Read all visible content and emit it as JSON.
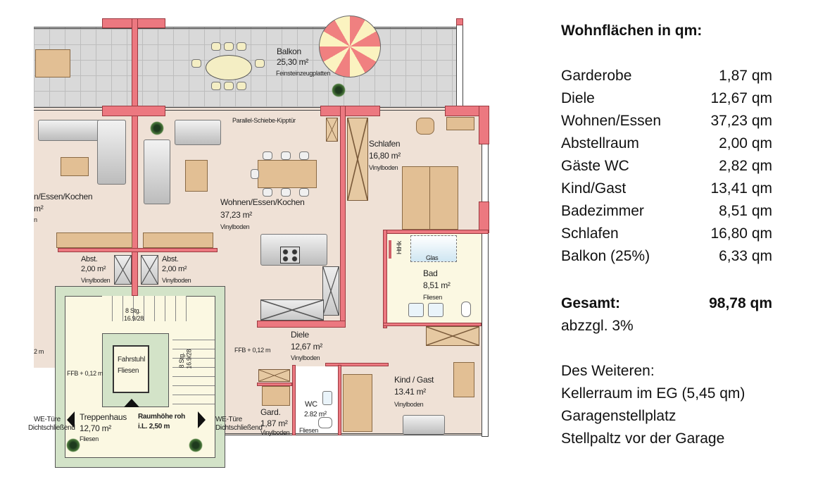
{
  "plan": {
    "balcony": {
      "name": "Balkon",
      "area": "25,30 m²",
      "floor": "Feinsteinzeugplatten"
    },
    "window_note": "Parallel-Schiebe-Kipptür",
    "neighbor_living": {
      "name": "n/Essen/Kochen",
      "area": "m²",
      "floor": "n"
    },
    "neighbor_ffb": "2 m",
    "living": {
      "name": "Wohnen/Essen/Kochen",
      "area": "37,23 m²",
      "floor": "Vinylboden"
    },
    "storage_left": {
      "name": "Abst.",
      "area": "2,00 m²",
      "floor": "Vinylboden"
    },
    "storage_right": {
      "name": "Abst.",
      "area": "2,00 m²",
      "floor": "Vinylboden"
    },
    "bedroom": {
      "name": "Schlafen",
      "area": "16,80 m²",
      "floor": "Vinylboden"
    },
    "bath": {
      "name": "Bad",
      "area": "8,51 m²",
      "floor": "Fliesen",
      "shower": "Glas",
      "heater": "HtHk"
    },
    "hall": {
      "name": "Diele",
      "area": "12,67 m²",
      "floor": "Vinylboden",
      "ffb": "FFB + 0,12 m"
    },
    "stairs_top": {
      "steps": "8 Stg.",
      "dims": "16.9/28"
    },
    "stairs_side": {
      "steps": "8 Stg.",
      "dims": "16.9/28"
    },
    "elevator": {
      "name": "Fahrstuhl",
      "floor": "Fliesen"
    },
    "stair_ffb": "FFB + 0,12 m",
    "stairwell": {
      "name": "Treppenhaus",
      "area": "12,70 m²",
      "floor": "Fliesen",
      "height_label": "Raumhöhe roh",
      "height_value": "i.L. 2,50 m"
    },
    "door_left": {
      "l1": "WE-Türe",
      "l2": "Dichtschließend"
    },
    "door_right": {
      "l1": "WE-Türe",
      "l2": "Dichtschließend"
    },
    "wardrobe": {
      "name": "Gard.",
      "area": "1,87 m²",
      "floor": "Vinylboden"
    },
    "wc": {
      "name": "WC",
      "area": "2.82 m²",
      "floor": "Fliesen"
    },
    "kid": {
      "name": "Kind / Gast",
      "area": "13.41 m²",
      "floor": "Vinylboden"
    },
    "colors": {
      "wall": "#ec7880",
      "floor": "#efe1d6",
      "wet": "#fbf8e2",
      "balcony": "#d9d9d9",
      "outer": "#d3e3c8"
    }
  },
  "areas": {
    "title": "Wohnflächen in qm:",
    "rows": [
      {
        "label": "Garderobe",
        "value": "1,87 qm"
      },
      {
        "label": "Diele",
        "value": "12,67 qm"
      },
      {
        "label": "Wohnen/Essen",
        "value": "37,23 qm"
      },
      {
        "label": "Abstellraum",
        "value": "2,00 qm"
      },
      {
        "label": "Gäste WC",
        "value": "2,82 qm"
      },
      {
        "label": "Kind/Gast",
        "value": "13,41 qm"
      },
      {
        "label": "Badezimmer",
        "value": "8,51 qm"
      },
      {
        "label": "Schlafen",
        "value": "16,80 qm"
      },
      {
        "label": "Balkon (25%)",
        "value": "6,33 qm"
      }
    ],
    "total_label": "Gesamt:",
    "total_value": "98,78 qm",
    "deduction": "abzzgl. 3%",
    "extras_title": "Des Weiteren:",
    "extras": [
      "Kellerraum im EG (5,45 qm)",
      "Garagenstellplatz",
      "Stellpaltz vor der Garage"
    ]
  }
}
